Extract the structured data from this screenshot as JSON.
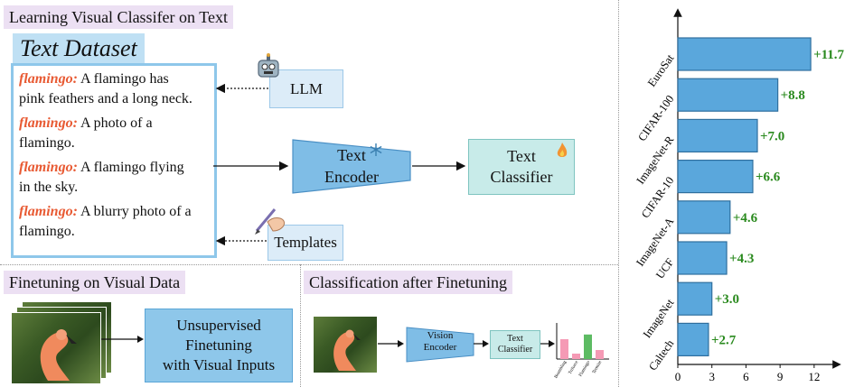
{
  "sections": {
    "learning_title": "Learning Visual Classifer on Text",
    "finetune_title": "Finetuning on Visual Data",
    "classify_title": "Classification after Finetuning"
  },
  "dataset": {
    "title": "Text Dataset",
    "entries": [
      {
        "cls": "flamingo:",
        "line1": " A flamingo has",
        "line2": "pink feathers and a long neck."
      },
      {
        "cls": "flamingo:",
        "line1": " A photo of a",
        "line2": "flamingo."
      },
      {
        "cls": "flamingo:",
        "line1": " A flamingo flying",
        "line2": "in the sky."
      },
      {
        "cls": "flamingo:",
        "line1": " A blurry photo of a",
        "line2": "flamingo."
      }
    ]
  },
  "sources": {
    "llm": "LLM",
    "templates": "Templates"
  },
  "text_encoder": {
    "line1": "Text",
    "line2": "Encoder"
  },
  "text_classifier": {
    "line1": "Text",
    "line2": "Classifier"
  },
  "unsupervised": {
    "line1": "Unsupervised",
    "line2": "Finetuning",
    "line3": "with Visual Inputs"
  },
  "vision_encoder": {
    "line1": "Vision",
    "line2": "Encoder"
  },
  "small_classifier": {
    "line1": "Text",
    "line2": "Classifier"
  },
  "mini_bars": {
    "labels": [
      "Brambling",
      "Triforce",
      "Flamingo",
      "Termite"
    ],
    "values": [
      0.55,
      0.15,
      0.68,
      0.25
    ],
    "colors": [
      "#f59ab5",
      "#f59ab5",
      "#5dbb63",
      "#f59ab5"
    ]
  },
  "chart_data": {
    "type": "bar",
    "orientation": "horizontal",
    "categories": [
      "EuroSat",
      "CIFAR-100",
      "ImageNet-R",
      "CIFAR-10",
      "ImageNet-A",
      "UCF",
      "ImageNet",
      "Caltech"
    ],
    "values": [
      11.7,
      8.8,
      7.0,
      6.6,
      4.6,
      4.3,
      3.0,
      2.7
    ],
    "value_labels": [
      "+11.7",
      "+8.8",
      "+7.0",
      "+6.6",
      "+4.6",
      "+4.3",
      "+3.0",
      "+2.7"
    ],
    "xticks": [
      "0",
      "3",
      "6",
      "9",
      "12"
    ],
    "xlim": [
      0,
      14
    ],
    "bar_color": "#5aa7dc",
    "label_color": "#2a8a1e",
    "grid": false
  }
}
